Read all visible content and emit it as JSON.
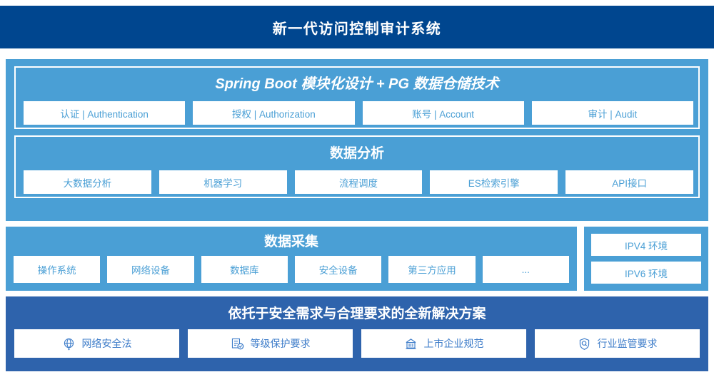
{
  "header": {
    "title": "新一代访问控制审计系统"
  },
  "colors": {
    "header_bg": "#00468f",
    "panel_blue": "#4a9fd5",
    "panel_dark_blue": "#2e63ac",
    "chip_bg": "#ffffff",
    "chip_text": "#4a9fd5",
    "chip_text_dark": "#3d7cc9"
  },
  "architecture": {
    "springboot": {
      "title": "Spring Boot 模块化设计 + PG 数据仓储技术",
      "items": [
        {
          "label": "认证 | Authentication"
        },
        {
          "label": "授权 | Authorization"
        },
        {
          "label": "账号 | Account"
        },
        {
          "label": "审计 | Audit"
        }
      ]
    },
    "analysis": {
      "title": "数据分析",
      "items": [
        {
          "label": "大数据分析"
        },
        {
          "label": "机器学习"
        },
        {
          "label": "流程调度"
        },
        {
          "label": "ES检索引擎"
        },
        {
          "label": "API接口"
        }
      ]
    }
  },
  "collection": {
    "title": "数据采集",
    "items": [
      {
        "label": "操作系统"
      },
      {
        "label": "网络设备"
      },
      {
        "label": "数据库"
      },
      {
        "label": "安全设备"
      },
      {
        "label": "第三方应用"
      },
      {
        "label": "..."
      }
    ]
  },
  "environment": {
    "items": [
      {
        "label": "IPV4 环境"
      },
      {
        "label": "IPV6 环境"
      }
    ]
  },
  "compliance": {
    "title": "依托于安全需求与合理要求的全新解决方案",
    "items": [
      {
        "label": "网络安全法",
        "icon": "globe-network-icon"
      },
      {
        "label": "等级保护要求",
        "icon": "document-check-icon"
      },
      {
        "label": "上市企业规范",
        "icon": "bank-building-icon"
      },
      {
        "label": "行业监管要求",
        "icon": "shield-search-icon"
      }
    ]
  }
}
